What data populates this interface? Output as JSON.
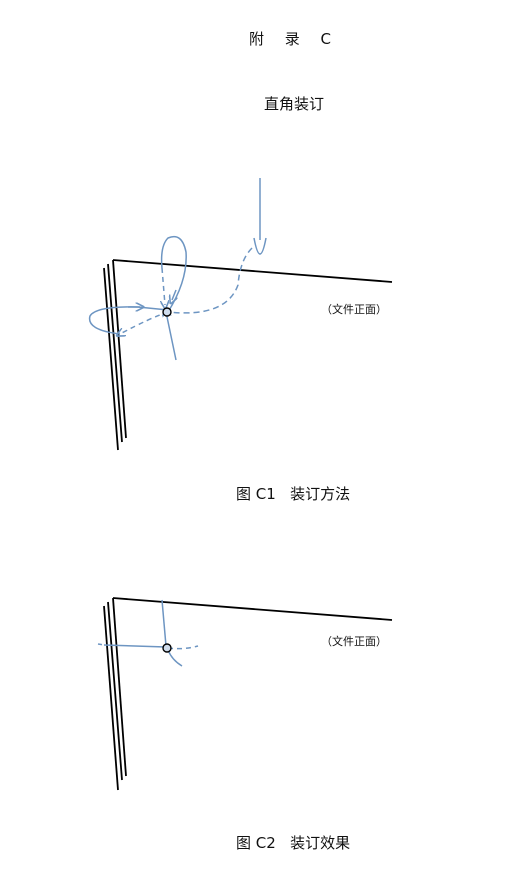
{
  "appendix": {
    "title": "附 录 C"
  },
  "section": {
    "title": "直角装订"
  },
  "figure1": {
    "caption": "图 C1   装订方法",
    "face_label": "（文件正面）"
  },
  "figure2": {
    "caption": "图 C2   装订效果",
    "face_label": "（文件正面）"
  },
  "colors": {
    "thread": "#6d95c2",
    "paper_line": "#000000"
  }
}
